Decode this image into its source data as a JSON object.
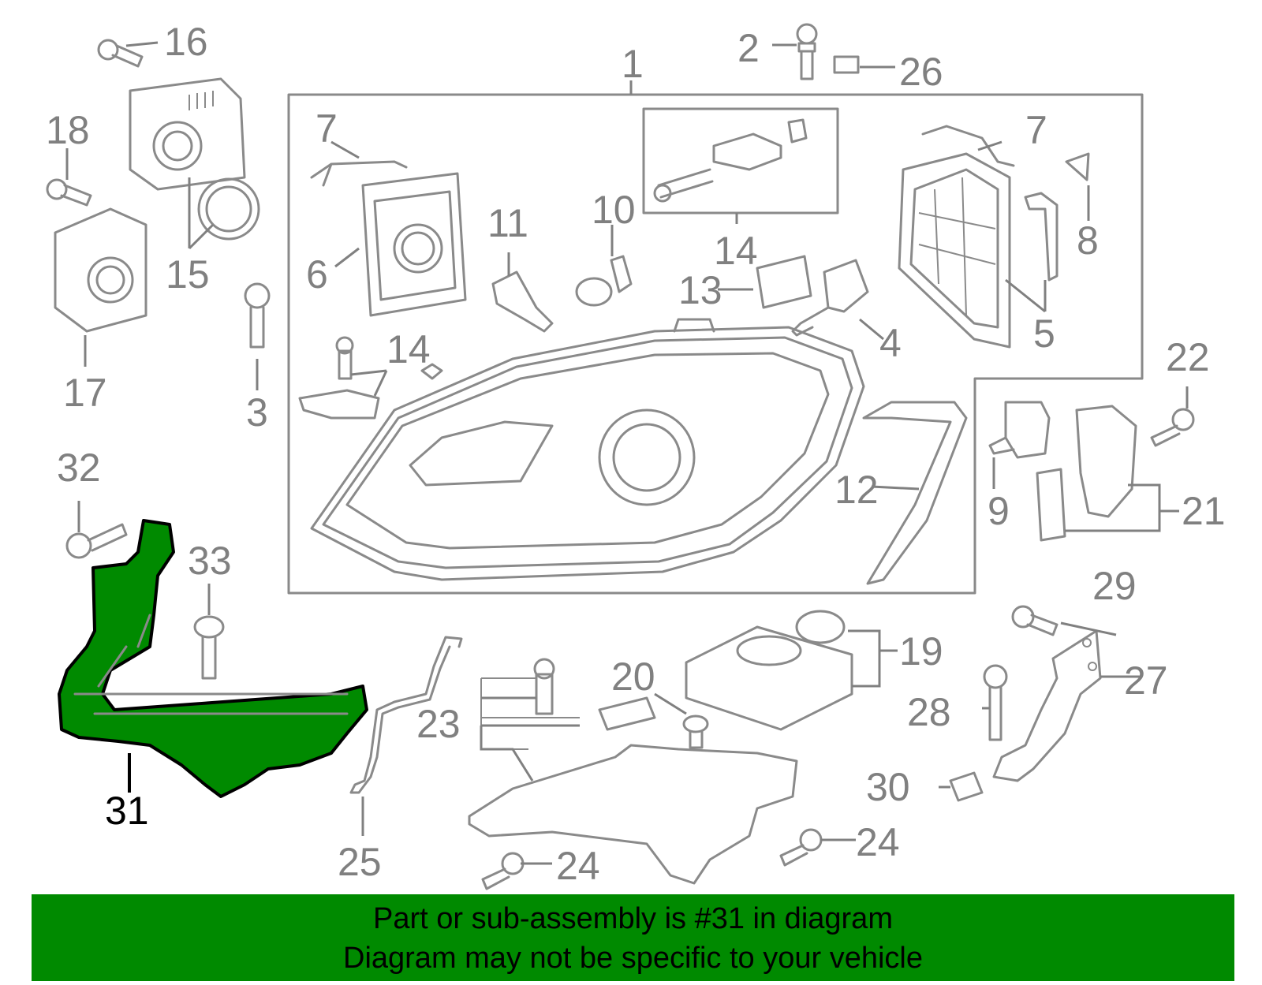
{
  "diagram": {
    "highlight_color": "#008a00",
    "callouts": [
      {
        "id": "1",
        "text": "1"
      },
      {
        "id": "2",
        "text": "2"
      },
      {
        "id": "3",
        "text": "3"
      },
      {
        "id": "4",
        "text": "4"
      },
      {
        "id": "5",
        "text": "5"
      },
      {
        "id": "6",
        "text": "6"
      },
      {
        "id": "7a",
        "text": "7"
      },
      {
        "id": "7b",
        "text": "7"
      },
      {
        "id": "8",
        "text": "8"
      },
      {
        "id": "9",
        "text": "9"
      },
      {
        "id": "10",
        "text": "10"
      },
      {
        "id": "11",
        "text": "11"
      },
      {
        "id": "12",
        "text": "12"
      },
      {
        "id": "13",
        "text": "13"
      },
      {
        "id": "14a",
        "text": "14"
      },
      {
        "id": "14b",
        "text": "14"
      },
      {
        "id": "15",
        "text": "15"
      },
      {
        "id": "16",
        "text": "16"
      },
      {
        "id": "17",
        "text": "17"
      },
      {
        "id": "18",
        "text": "18"
      },
      {
        "id": "19",
        "text": "19"
      },
      {
        "id": "20",
        "text": "20"
      },
      {
        "id": "21",
        "text": "21"
      },
      {
        "id": "22",
        "text": "22"
      },
      {
        "id": "23",
        "text": "23"
      },
      {
        "id": "24a",
        "text": "24"
      },
      {
        "id": "24b",
        "text": "24"
      },
      {
        "id": "25",
        "text": "25"
      },
      {
        "id": "26",
        "text": "26"
      },
      {
        "id": "27",
        "text": "27"
      },
      {
        "id": "28",
        "text": "28"
      },
      {
        "id": "29",
        "text": "29"
      },
      {
        "id": "30",
        "text": "30"
      },
      {
        "id": "31",
        "text": "31"
      },
      {
        "id": "32",
        "text": "32"
      },
      {
        "id": "33",
        "text": "33"
      }
    ]
  },
  "banner": {
    "line1": "Part or sub-assembly is #31 in diagram",
    "line2": "Diagram may not be specific to your vehicle"
  }
}
